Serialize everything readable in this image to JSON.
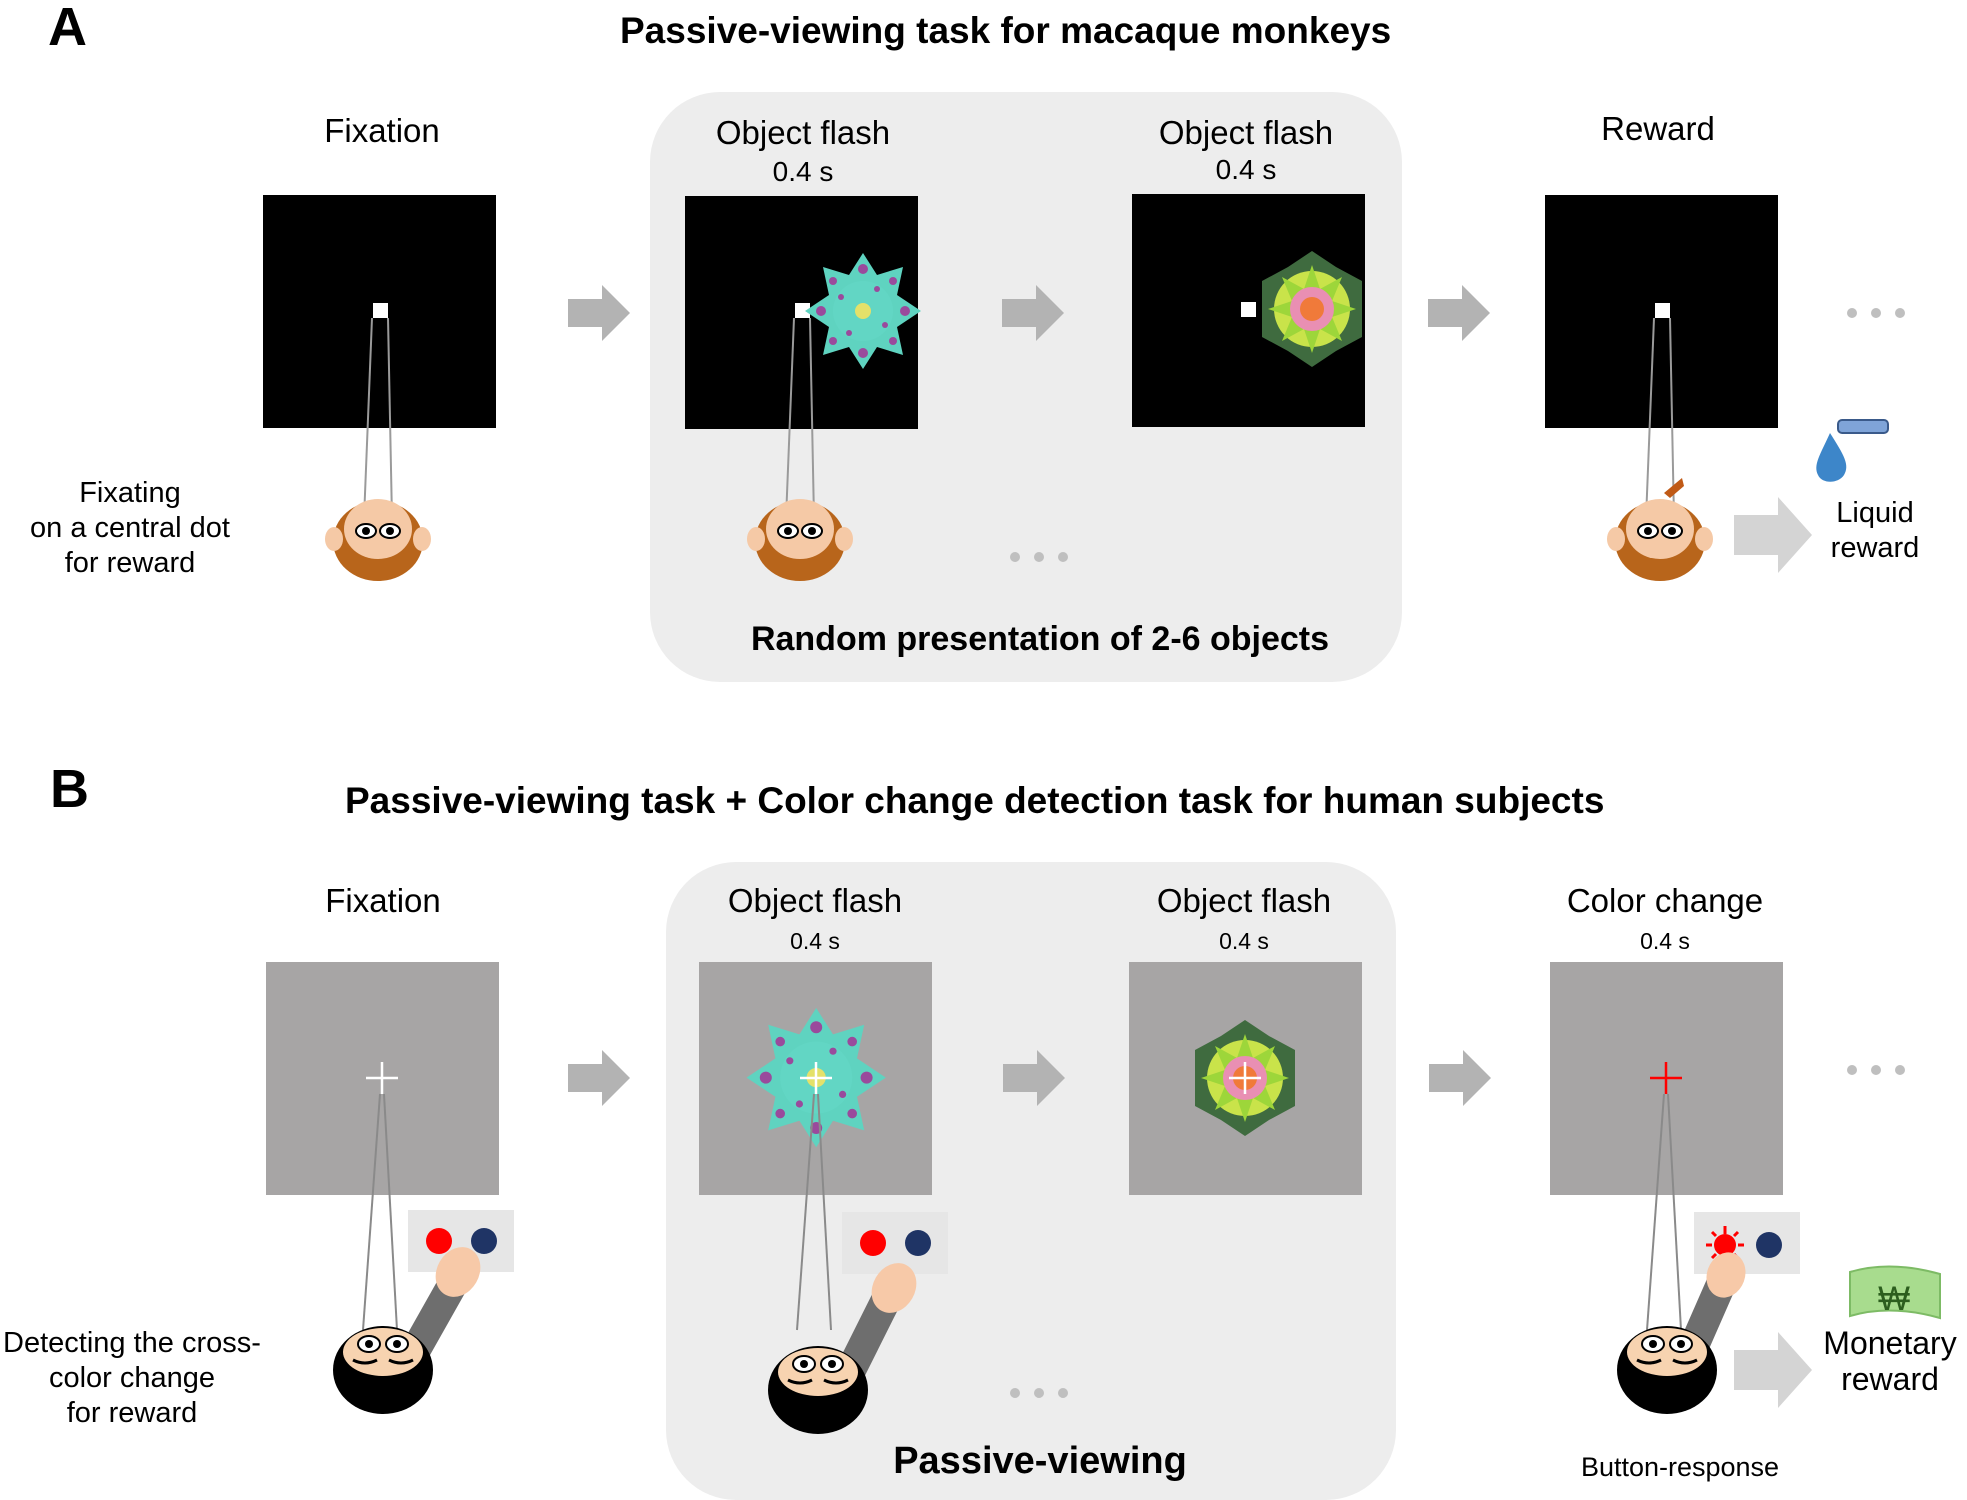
{
  "panel_a": {
    "letter": "A",
    "title": "Passive-viewing task for macaque monkeys",
    "steps": {
      "fixation": "Fixation",
      "object_flash_1": "Object flash",
      "object_flash_1_duration": "0.4 s",
      "object_flash_2": "Object flash",
      "object_flash_2_duration": "0.4 s",
      "reward": "Reward"
    },
    "fixation_note": [
      "Fixating",
      "on a central dot",
      "for reward"
    ],
    "reward_note": [
      "Liquid",
      "reward"
    ],
    "random_caption": "Random presentation of 2-6 objects"
  },
  "panel_b": {
    "letter": "B",
    "title": "Passive-viewing task + Color change detection task for human subjects",
    "steps": {
      "fixation": "Fixation",
      "object_flash_1": "Object flash",
      "object_flash_1_duration": "0.4 s",
      "object_flash_2": "Object flash",
      "object_flash_2_duration": "0.4 s",
      "color_change": "Color change",
      "color_change_duration": "0.4 s"
    },
    "fixation_note": [
      "Detecting the cross-",
      "color change",
      "for reward"
    ],
    "reward_note": [
      "Monetary",
      "reward"
    ],
    "passive_caption": "Passive-viewing",
    "button_caption": "Button-response",
    "currency_symbol": "₩"
  },
  "colors": {
    "arrow": "#b3b3b3",
    "rounded_panel": "#ededed",
    "black_screen": "#000000",
    "gray_screen": "#a7a5a5",
    "teal_object": "#5fd3c0",
    "red_button": "#ff0000",
    "navy_button": "#1f3465",
    "monkey_brown": "#b8651b",
    "skin": "#f5c9a6"
  }
}
